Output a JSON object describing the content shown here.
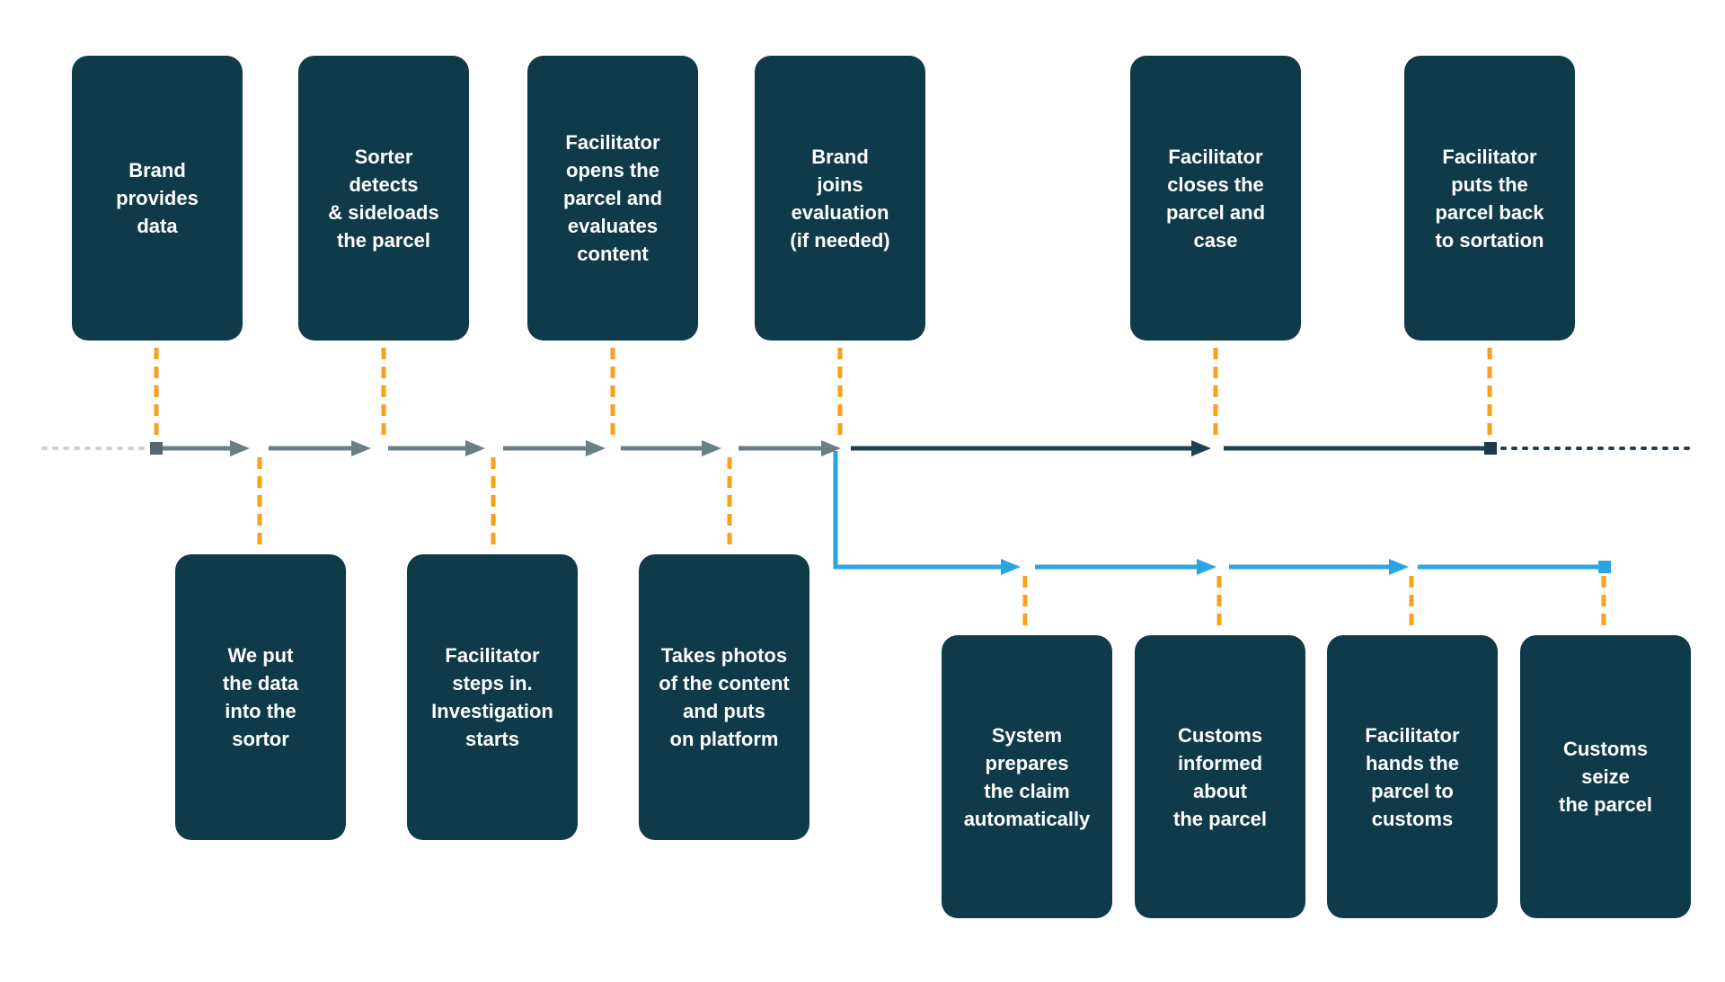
{
  "diagram": {
    "colors": {
      "background": "#ffffff",
      "box": "#0e3a4a",
      "box_text": "#ffffff",
      "gray_arrow": "#6b7e87",
      "navy_arrow": "#223f4e",
      "blue_arrow": "#2ba4e2",
      "orange_dash": "#f7a11c",
      "light_dotted": "#c9d0d5",
      "start_marker": "#57666f",
      "end_marker": "#1c3b4a"
    },
    "top_row": [
      "Brand\nprovides\ndata",
      "Sorter\ndetects\n& sideloads\nthe parcel",
      "Facilitator\nopens the\nparcel and\nevaluates\ncontent",
      "Brand\njoins\nevaluation\n(if needed)",
      "Facilitator\ncloses the\nparcel and\ncase",
      "Facilitator\nputs the\nparcel back\nto sortation"
    ],
    "bottom_row_left": [
      "We put\nthe data\ninto the\nsortor",
      "Facilitator\nsteps in.\nInvestigation\nstarts",
      "Takes photos\nof the content\nand puts\non platform"
    ],
    "bottom_row_right": [
      "System\nprepares\nthe claim\nautomatically",
      "Customs\ninformed\nabout\nthe parcel",
      "Facilitator\nhands the\nparcel to\ncustoms",
      "Customs\nseize\nthe parcel"
    ]
  }
}
